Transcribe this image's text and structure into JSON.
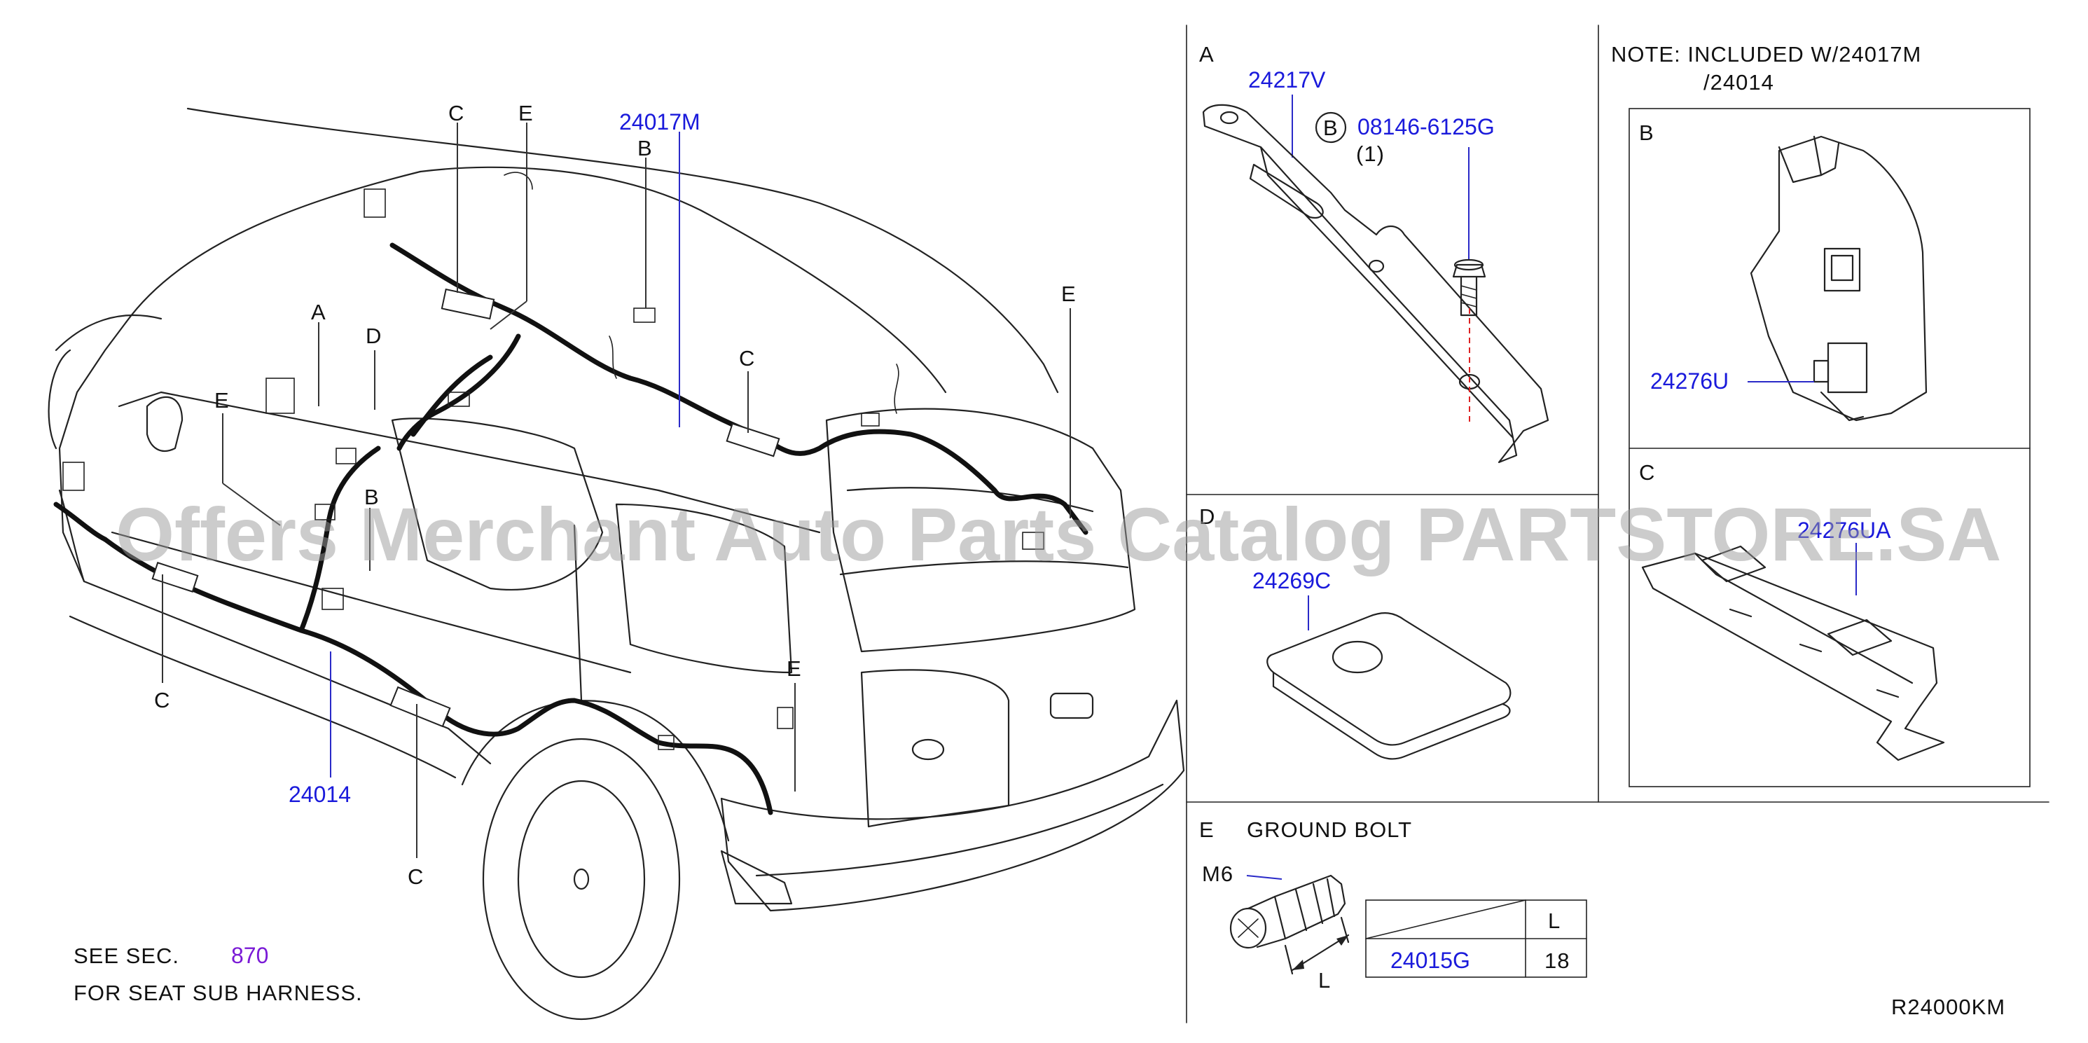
{
  "diagram": {
    "part_numbers": {
      "main_harness": "24017M",
      "floor_harness": "24014",
      "bracket_a": "24217V",
      "bolt_b": "08146-6125G",
      "bolt_b_qty": "(1)",
      "pad_d": "24269C",
      "clip_b": "24276U",
      "protector_c": "24276UA",
      "ground_bolt": "24015G"
    },
    "letters": {
      "a": "A",
      "b": "B",
      "c": "C",
      "d": "D",
      "e": "E"
    },
    "callouts": {
      "see_sec_prefix": "SEE  SEC.",
      "see_sec_number": "870",
      "see_sec_line2": "FOR  SEAT  SUB  HARNESS."
    },
    "note": {
      "line1": "NOTE:  INCLUDED  W/24017M",
      "line2": "/24014"
    },
    "ground_bolt": {
      "title": "GROUND  BOLT",
      "size": "M6",
      "dim_label": "L",
      "table_header": "L",
      "table_value": "18"
    },
    "diagram_code": "R24000KM",
    "watermark": "Offers Merchant Auto Parts Catalog PARTSTORE.SA"
  }
}
